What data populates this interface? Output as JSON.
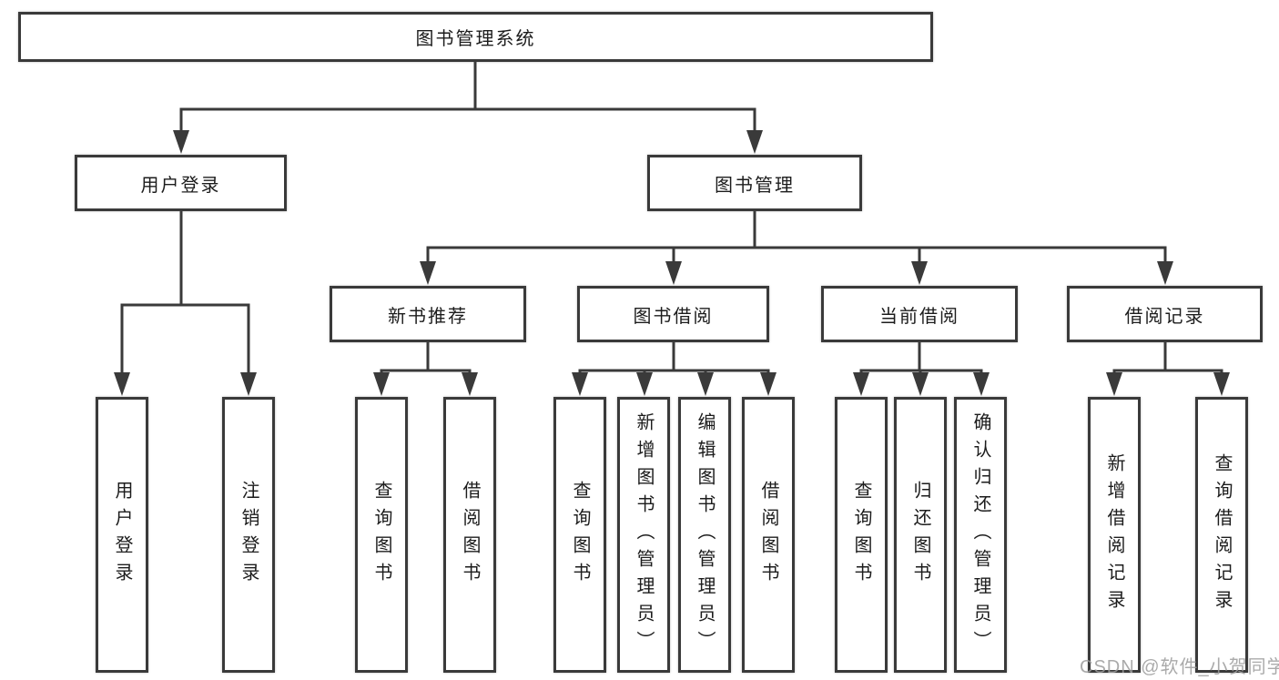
{
  "diagram": {
    "root": {
      "label": "图书管理系统"
    },
    "level2": [
      {
        "label": "用户登录"
      },
      {
        "label": "图书管理"
      }
    ],
    "level3": [
      {
        "label": "新书推荐"
      },
      {
        "label": "图书借阅"
      },
      {
        "label": "当前借阅"
      },
      {
        "label": "借阅记录"
      }
    ],
    "leaves": {
      "user_login": [
        "用户登录",
        "注销登录"
      ],
      "new_book": [
        "查询图书",
        "借阅图书"
      ],
      "book_borrow": [
        "查询图书",
        "新增图书（管理员）",
        "编辑图书（管理员）",
        "借阅图书"
      ],
      "current_borrow": [
        "查询图书",
        "归还图书",
        "确认归还（管理员）"
      ],
      "borrow_record": [
        "新增借阅记录",
        "查询借阅记录"
      ]
    },
    "colors": {
      "line": "#3a3a3a",
      "text": "#1c1c1c",
      "watermark": "#9c9c9c"
    },
    "watermark": "CSDN @软件_小贺同学"
  }
}
